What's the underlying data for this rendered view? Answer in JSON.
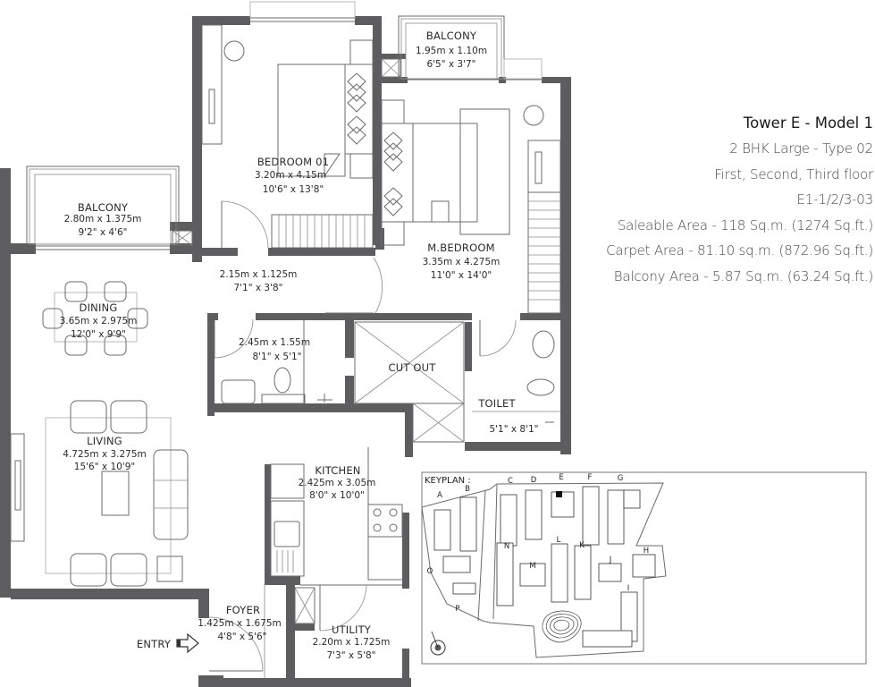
{
  "info_panel": {
    "title": "Tower E - Model 1",
    "unit_type": "2 BHK Large - Type 02",
    "floors": "First, Second, Third floor",
    "unit_code": "E1-1/2/3-03",
    "saleable_area": "Saleable Area - 118 Sq.m. (1274 Sq.ft.)",
    "carpet_area": "Carpet Area - 81.10 sq.m. (872.96 Sq.ft.)",
    "balcony_area": "Balcony Area - 5.87 Sq.m. (63.24 Sq.ft.)"
  },
  "rooms": {
    "balcony_top": {
      "name": "BALCONY",
      "metric": "1.95m x 1.10m",
      "imperial": "6'5\" x 3'7\""
    },
    "bedroom01": {
      "name": "BEDROOM 01",
      "metric": "3.20m x 4.15m",
      "imperial": "10'6\" x 13'8\""
    },
    "mbedroom": {
      "name": "M.BEDROOM",
      "metric": "3.35m x 4.275m",
      "imperial": "11'0\" x 14'0\""
    },
    "balcony_left": {
      "name": "BALCONY",
      "metric": "2.80m x 1.375m",
      "imperial": "9'2\" x 4'6\""
    },
    "passage": {
      "metric": "2.15m x 1.125m",
      "imperial": "7'1\" x 3'8\""
    },
    "dining": {
      "name": "DINING",
      "metric": "3.65m x 2.975m",
      "imperial": "12'0\" x 9'9\""
    },
    "bath": {
      "metric": "2.45m x 1.55m",
      "imperial": "8'1\" x 5'1\""
    },
    "cutout": {
      "name": "CUT OUT"
    },
    "toilet": {
      "name": "TOILET",
      "imperial": "5'1\" x 8'1\""
    },
    "living": {
      "name": "LIVING",
      "metric": "4.725m x 3.275m",
      "imperial": "15'6\" x 10'9\""
    },
    "kitchen": {
      "name": "KITCHEN",
      "metric": "2.425m x 3.05m",
      "imperial": "8'0\" x 10'0\""
    },
    "foyer": {
      "name": "FOYER",
      "metric": "1.425m x 1.675m",
      "imperial": "4'8\" x 5'6\""
    },
    "utility": {
      "name": "UTILITY",
      "metric": "2.20m x 1.725m",
      "imperial": "7'3\" x 5'8\""
    }
  },
  "entry": {
    "label": "ENTRY"
  },
  "keyplan": {
    "title": "KEYPLAN :",
    "towers": [
      "A",
      "B",
      "C",
      "D",
      "E",
      "F",
      "G",
      "H",
      "I",
      "J",
      "K",
      "L",
      "M",
      "N",
      "O",
      "P"
    ],
    "highlighted_tower": "E"
  },
  "colors": {
    "wall": "#5d5d5f",
    "line": "#6b6b6b",
    "text": "#2b2b2b"
  }
}
